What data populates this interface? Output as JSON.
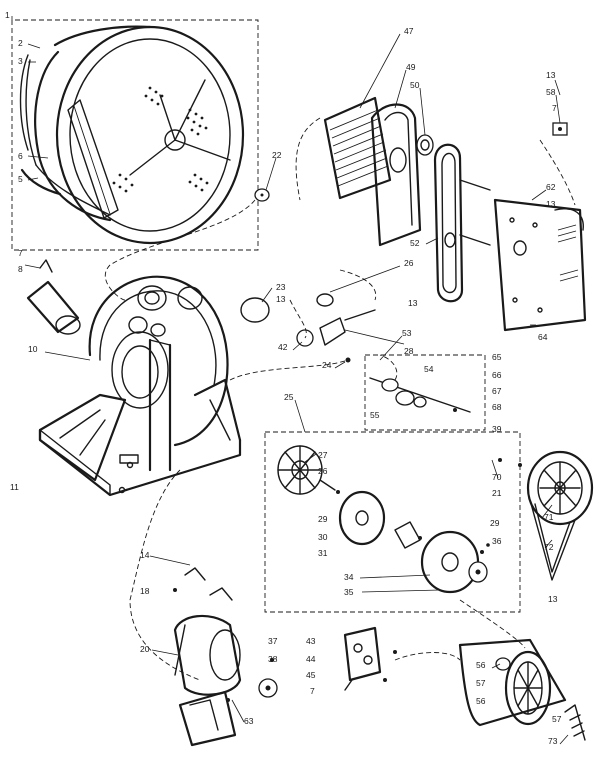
{
  "callouts": [
    {
      "id": "c1",
      "text": "1"
    },
    {
      "id": "c2",
      "text": "2"
    },
    {
      "id": "c3",
      "text": "3"
    },
    {
      "id": "c6",
      "text": "6"
    },
    {
      "id": "c5",
      "text": "5"
    },
    {
      "id": "c22",
      "text": "22"
    },
    {
      "id": "c47",
      "text": "47"
    },
    {
      "id": "c49",
      "text": "49"
    },
    {
      "id": "c50",
      "text": "50"
    },
    {
      "id": "c13a",
      "text": "13"
    },
    {
      "id": "c58",
      "text": "58"
    },
    {
      "id": "c7a",
      "text": "7"
    },
    {
      "id": "c62",
      "text": "62"
    },
    {
      "id": "c13b",
      "text": "13"
    },
    {
      "id": "c52",
      "text": "52"
    },
    {
      "id": "c64",
      "text": "64"
    },
    {
      "id": "c7b",
      "text": "7"
    },
    {
      "id": "c8",
      "text": "8"
    },
    {
      "id": "c26",
      "text": "26"
    },
    {
      "id": "c23",
      "text": "23"
    },
    {
      "id": "c13c",
      "text": "13"
    },
    {
      "id": "c13d",
      "text": "13"
    },
    {
      "id": "c42",
      "text": "42"
    },
    {
      "id": "c28",
      "text": "28"
    },
    {
      "id": "c53",
      "text": "53"
    },
    {
      "id": "c10",
      "text": "10"
    },
    {
      "id": "c24",
      "text": "24"
    },
    {
      "id": "c54",
      "text": "54"
    },
    {
      "id": "c55",
      "text": "55"
    },
    {
      "id": "c65",
      "text": "65"
    },
    {
      "id": "c66",
      "text": "66"
    },
    {
      "id": "c67",
      "text": "67"
    },
    {
      "id": "c68",
      "text": "68"
    },
    {
      "id": "c39",
      "text": "39"
    },
    {
      "id": "c25",
      "text": "25"
    },
    {
      "id": "c27",
      "text": "27"
    },
    {
      "id": "c26b",
      "text": "26"
    },
    {
      "id": "c70",
      "text": "70"
    },
    {
      "id": "c21",
      "text": "21"
    },
    {
      "id": "c11",
      "text": "11"
    },
    {
      "id": "c29a",
      "text": "29"
    },
    {
      "id": "c30",
      "text": "30"
    },
    {
      "id": "c31",
      "text": "31"
    },
    {
      "id": "c29b",
      "text": "29"
    },
    {
      "id": "c36",
      "text": "36"
    },
    {
      "id": "c71",
      "text": "71"
    },
    {
      "id": "c72",
      "text": "72"
    },
    {
      "id": "c34",
      "text": "34"
    },
    {
      "id": "c35",
      "text": "35"
    },
    {
      "id": "c13e",
      "text": "13"
    },
    {
      "id": "c14",
      "text": "14"
    },
    {
      "id": "c18",
      "text": "18"
    },
    {
      "id": "c20",
      "text": "20"
    },
    {
      "id": "c37",
      "text": "37"
    },
    {
      "id": "c38",
      "text": "38"
    },
    {
      "id": "c43",
      "text": "43"
    },
    {
      "id": "c44",
      "text": "44"
    },
    {
      "id": "c45",
      "text": "45"
    },
    {
      "id": "c7c",
      "text": "7"
    },
    {
      "id": "c56",
      "text": "56"
    },
    {
      "id": "c57a",
      "text": "57"
    },
    {
      "id": "c56b",
      "text": "56"
    },
    {
      "id": "c57b",
      "text": "57"
    },
    {
      "id": "c63",
      "text": "63"
    },
    {
      "id": "c73",
      "text": "73"
    }
  ]
}
